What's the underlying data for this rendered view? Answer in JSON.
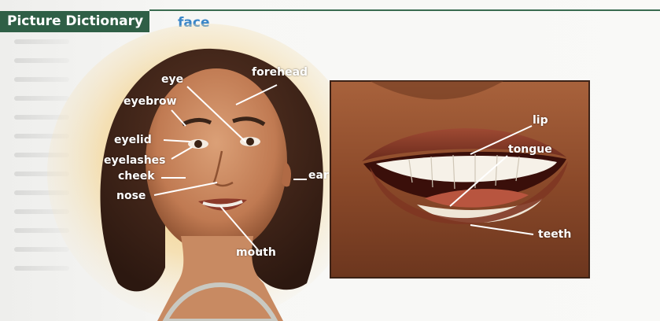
{
  "header": {
    "section_title": "Picture Dictionary",
    "topic_word": "face"
  },
  "labels": {
    "eye": "eye",
    "forehead": "forehead",
    "eyebrow": "eyebrow",
    "eyelid": "eyelid",
    "eyelashes": "eyelashes",
    "cheek": "cheek",
    "nose": "nose",
    "ear": "ear",
    "mouth": "mouth",
    "lip": "lip",
    "tongue": "tongue",
    "teeth": "teeth"
  },
  "colors": {
    "header_green": "#2f5f46",
    "topic_blue": "#3a86c8",
    "label_white": "#ffffff"
  }
}
